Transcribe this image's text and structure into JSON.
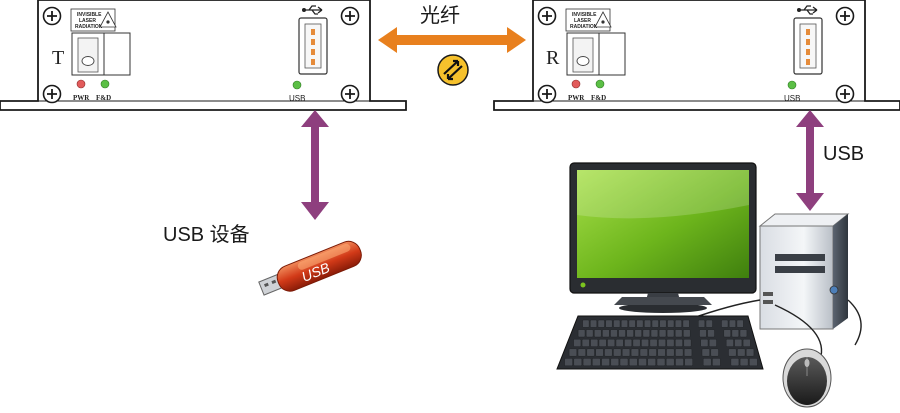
{
  "fiber_label": "光纤",
  "usb_device_label": "USB 设备",
  "usb_pc_label": "USB",
  "transmitter": {
    "side_letter": "T",
    "warning_lines": [
      "INVISIBLE",
      "LASER",
      "RADIATION"
    ],
    "led_pwr": "PWR",
    "led_fd": "F&D",
    "port_label": "USB"
  },
  "receiver": {
    "side_letter": "R",
    "warning_lines": [
      "INVISIBLE",
      "LASER",
      "RADIATION"
    ],
    "led_pwr": "PWR",
    "led_fd": "F&D",
    "port_label": "USB"
  },
  "flash_drive_text": "USB",
  "colors": {
    "fiber_arrow": "#e8801e",
    "usb_arrow": "#8e3f7e",
    "pwr_led": "#e25b5b",
    "fd_led": "#5bbf45",
    "screen_green": "#7cc41f"
  }
}
